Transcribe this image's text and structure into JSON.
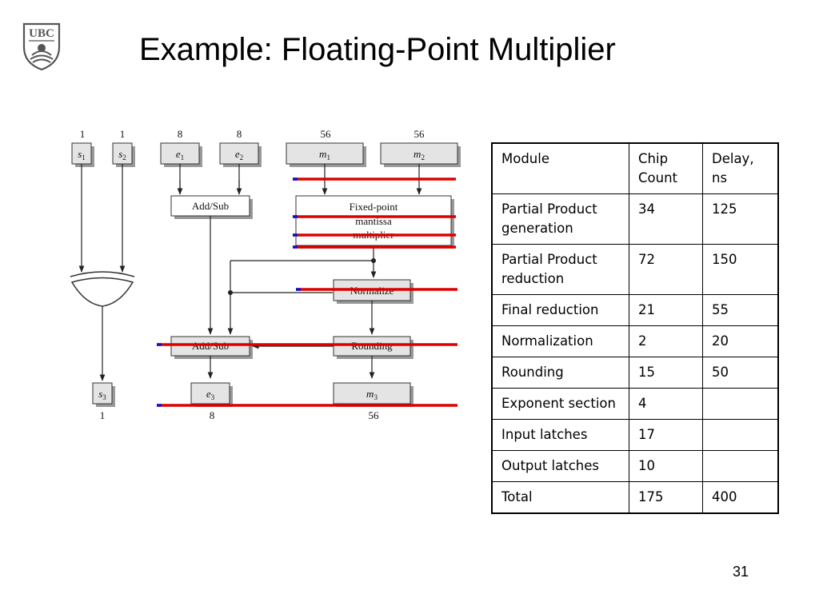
{
  "title": "Example: Floating-Point Multiplier",
  "logo": {
    "text": "UBC"
  },
  "diagram": {
    "widths_in": [
      "1",
      "1",
      "8",
      "8",
      "56",
      "56"
    ],
    "widths_out": [
      "1",
      "8",
      "56"
    ],
    "inputs": {
      "s1": {
        "base": "s",
        "sub": "1"
      },
      "s2": {
        "base": "s",
        "sub": "2"
      },
      "e1": {
        "base": "e",
        "sub": "1"
      },
      "e2": {
        "base": "e",
        "sub": "2"
      },
      "m1": {
        "base": "m",
        "sub": "1"
      },
      "m2": {
        "base": "m",
        "sub": "2"
      }
    },
    "outputs": {
      "s3": {
        "base": "s",
        "sub": "3"
      },
      "e3": {
        "base": "e",
        "sub": "3"
      },
      "m3": {
        "base": "m",
        "sub": "3"
      }
    },
    "blocks": {
      "add_sub_top": "Add/Sub",
      "multiplier_line1": "Fixed-point",
      "multiplier_line2": "mantissa",
      "multiplier_line3": "multiplier",
      "normalize": "Normalize",
      "add_sub_bottom": "Add/Sub",
      "rounding": "Rounding"
    },
    "pipeline_line_color": "#dd0000",
    "pipeline_marker_color": "#1010cc"
  },
  "table": {
    "headers": {
      "module": "Module",
      "chip_count": "Chip Count",
      "delay": "Delay, ns"
    },
    "rows": [
      {
        "module": "Partial Product generation",
        "chip_count": "34",
        "delay": "125"
      },
      {
        "module": "Partial Product reduction",
        "chip_count": "72",
        "delay": "150"
      },
      {
        "module": "Final reduction",
        "chip_count": "21",
        "delay": "55"
      },
      {
        "module": "Normalization",
        "chip_count": "2",
        "delay": "20"
      },
      {
        "module": "Rounding",
        "chip_count": "15",
        "delay": "50"
      },
      {
        "module": "Exponent section",
        "chip_count": "4",
        "delay": ""
      },
      {
        "module": "Input latches",
        "chip_count": "17",
        "delay": ""
      },
      {
        "module": "Output latches",
        "chip_count": "10",
        "delay": ""
      },
      {
        "module": "Total",
        "chip_count": "175",
        "delay": "400"
      }
    ]
  },
  "page_number": "31"
}
